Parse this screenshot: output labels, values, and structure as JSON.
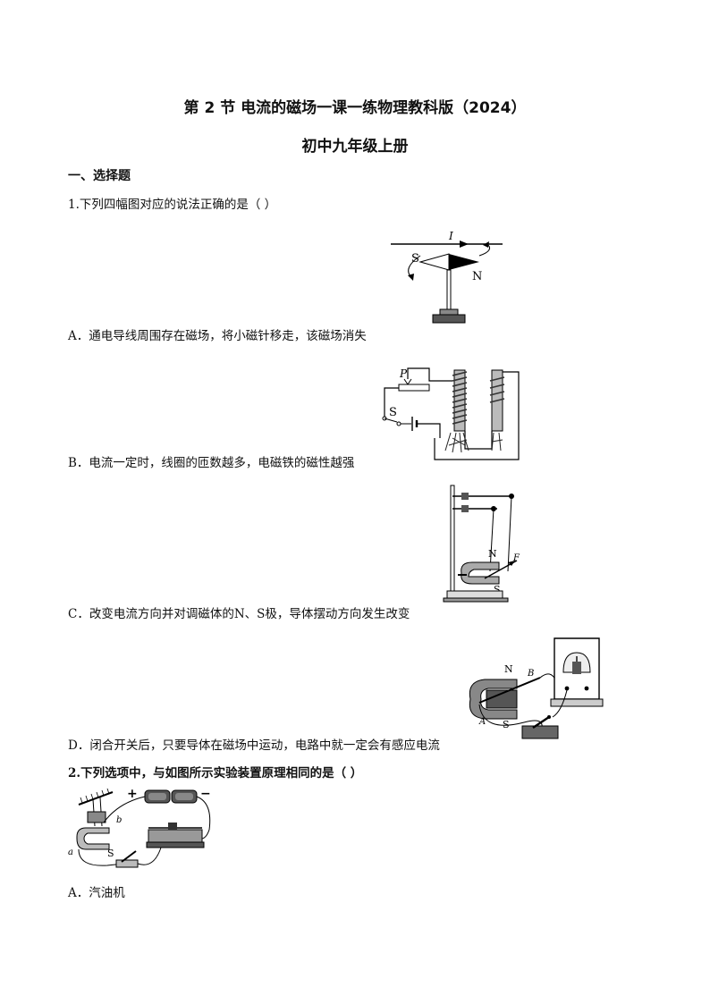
{
  "header": {
    "title": "第 2 节 电流的磁场一课一练物理教科版（2024）",
    "subtitle": "初中九年级上册"
  },
  "section": {
    "label": "一、选择题"
  },
  "q1": {
    "stem": "1.下列四幅图对应的说法正确的是（ ）",
    "fig_a_labels": {
      "current": "I",
      "south": "S",
      "north": "N"
    },
    "option_a": "A．通电导线周围存在磁场，将小磁针移走，该磁场消失",
    "fig_b_labels": {
      "slider": "P",
      "switch": "S"
    },
    "option_b": "B．电流一定时，线圈的匝数越多，电磁铁的磁性越强",
    "fig_c_labels": {
      "north": "N",
      "south": "S",
      "force": "F"
    },
    "option_c": "C．改变电流方向并对调磁体的N、S极，导体摆动方向发生改变",
    "fig_d_labels": {
      "north": "N",
      "south": "S",
      "end_a": "A",
      "end_b": "B"
    },
    "option_d": "D．闭合开关后，只要导体在磁场中运动，电路中就一定会有感应电流"
  },
  "q2": {
    "stem": "2.下列选项中，与如图所示实验装置原理相同的是（ ）",
    "fig_labels": {
      "plus": "+",
      "minus": "−",
      "b": "b",
      "a": "a",
      "switch": "S"
    },
    "option_a": "A．汽油机"
  }
}
